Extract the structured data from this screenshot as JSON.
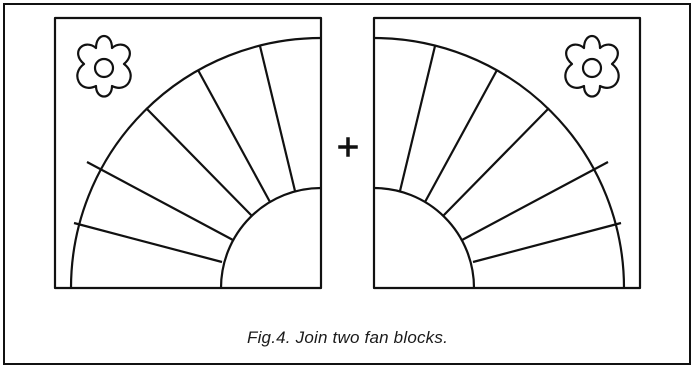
{
  "figure": {
    "join_symbol": "+",
    "caption": "Fig.4. Join two fan blocks."
  },
  "blocks": [
    {
      "side": "left",
      "decoration": "flower-icon",
      "fan_segments": 6
    },
    {
      "side": "right",
      "decoration": "flower-icon",
      "fan_segments": 6
    }
  ],
  "colors": {
    "line": "#111111",
    "background": "#ffffff"
  }
}
